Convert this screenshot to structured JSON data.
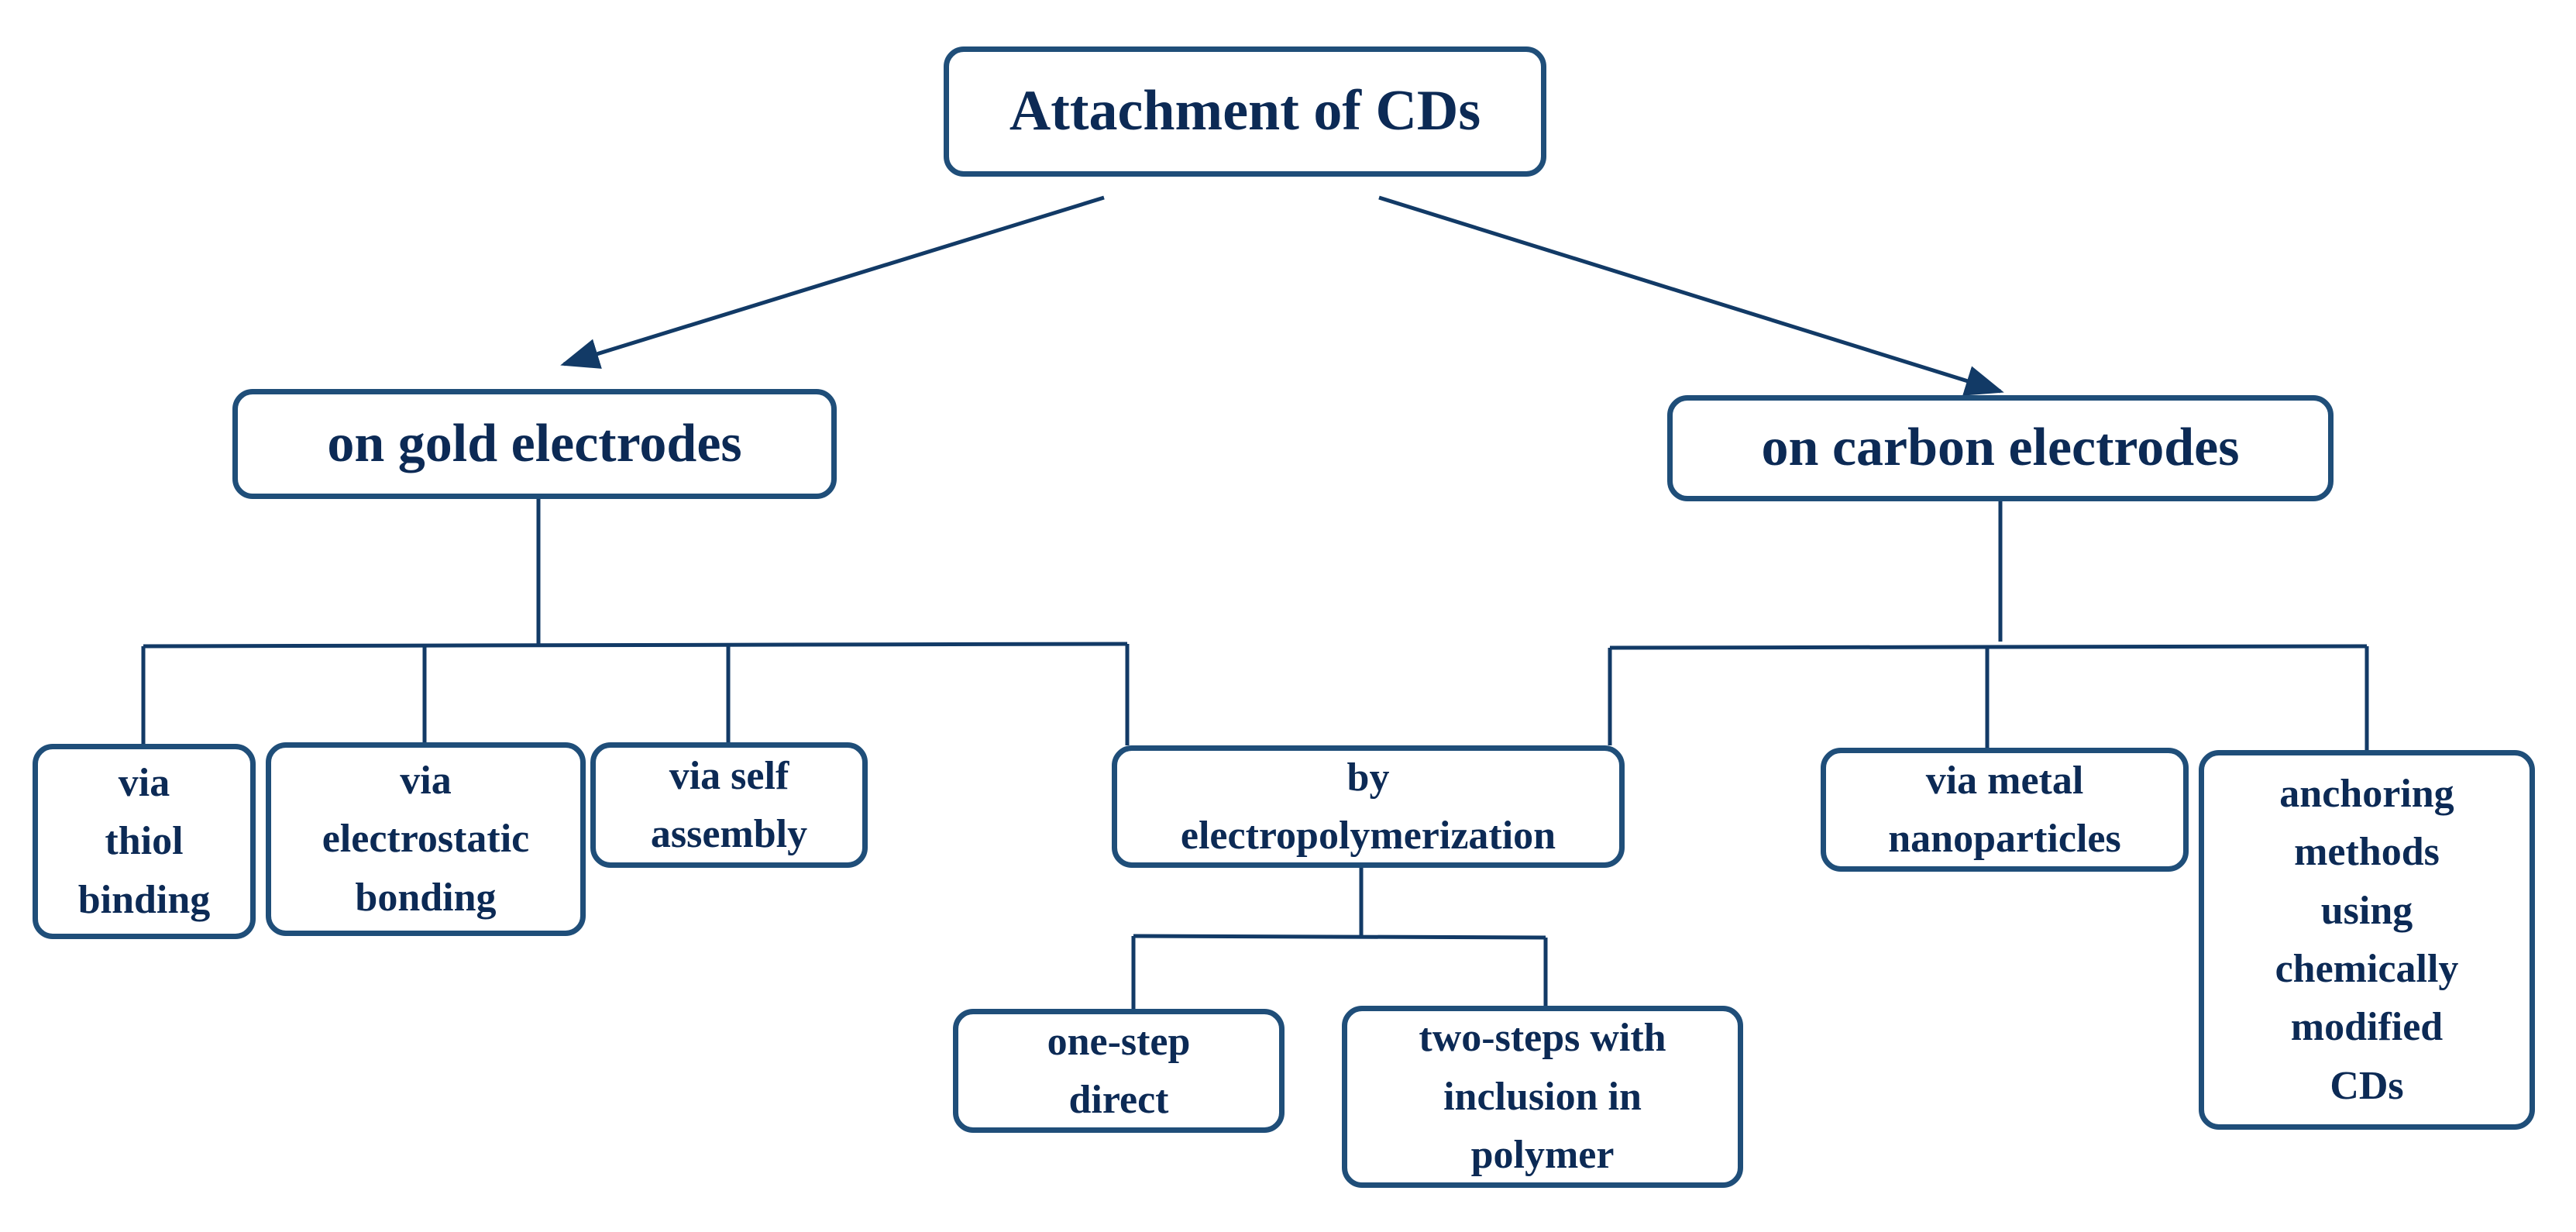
{
  "colors": {
    "border": "#1f4e79",
    "line": "#123a66",
    "text": "#0c2a55"
  },
  "root": {
    "label": "Attachment of CDs"
  },
  "gold": {
    "label": "on gold electrodes",
    "children": [
      {
        "label": "via\nthiol\nbinding"
      },
      {
        "label": "via\nelectrostatic\nbonding"
      },
      {
        "label": "via self\nassembly"
      },
      {
        "label": "by\nelectropolymerization"
      }
    ],
    "electropolymerization_children": [
      {
        "label": "one-step\ndirect"
      },
      {
        "label": "two-steps with\ninclusion in\npolymer"
      }
    ]
  },
  "carbon": {
    "label": "on carbon electrodes",
    "children": [
      {
        "label": "via metal\nnanoparticles"
      },
      {
        "label": "anchoring\nmethods\nusing\nchemically\nmodified\nCDs"
      }
    ]
  }
}
